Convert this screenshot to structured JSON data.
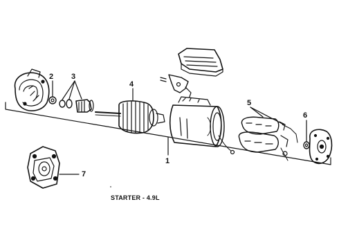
{
  "diagram": {
    "caption": "STARTER - 4.9L",
    "callouts": [
      {
        "id": "c1",
        "label": "1"
      },
      {
        "id": "c2",
        "label": "2"
      },
      {
        "id": "c3",
        "label": "3"
      },
      {
        "id": "c4",
        "label": "4"
      },
      {
        "id": "c5",
        "label": "5"
      },
      {
        "id": "c6",
        "label": "6"
      },
      {
        "id": "c7",
        "label": "7"
      }
    ],
    "colors": {
      "ink": "#111111",
      "paper": "#ffffff"
    }
  }
}
